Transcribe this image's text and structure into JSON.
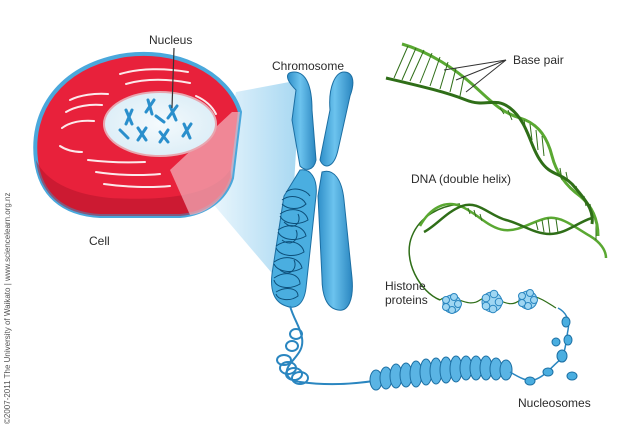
{
  "diagram": {
    "labels": {
      "nucleus": "Nucleus",
      "chromosome": "Chromosome",
      "base_pair": "Base pair",
      "cell": "Cell",
      "dna": "DNA (double helix)",
      "histone_line1": "Histone",
      "histone_line2": "proteins",
      "nucleosomes": "Nucleosomes"
    },
    "credit": "©2007-2011 The University of Waikato | www.sciencelearn.org.nz",
    "colors": {
      "cell_red": "#e8213b",
      "cell_dark_red": "#b5152b",
      "cell_outline": "#4aa8dc",
      "chromosome_blue": "#4aaee0",
      "chromosome_dark": "#1c6fa3",
      "zoom_cone": "#bfe3f6",
      "dna_green": "#5aa832",
      "dna_dark_green": "#2f6e18",
      "histone_blue": "#5ab4e4"
    }
  }
}
